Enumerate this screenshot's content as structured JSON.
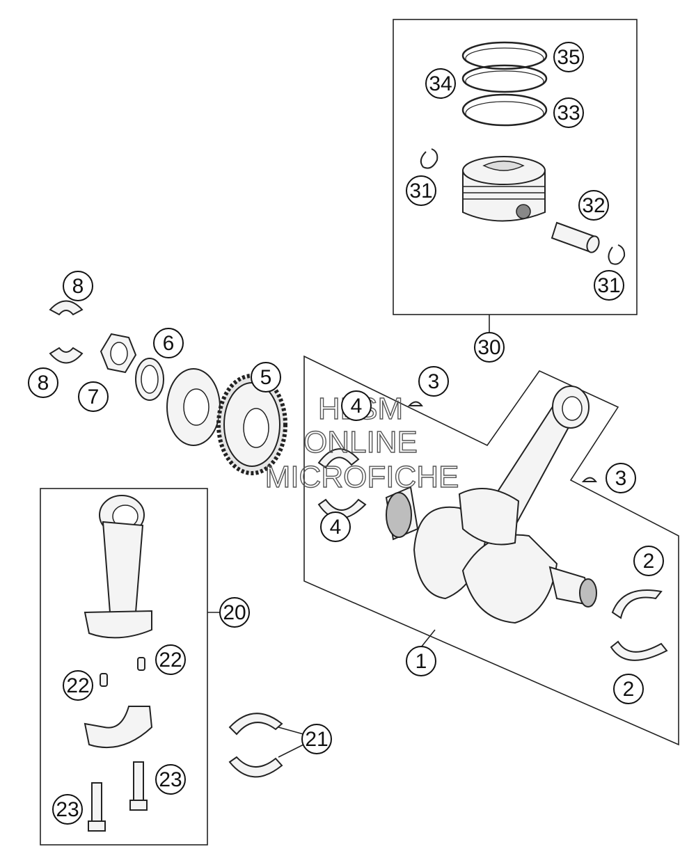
{
  "callouts": [
    {
      "id": "c1",
      "label": "1"
    },
    {
      "id": "c2a",
      "label": "2"
    },
    {
      "id": "c2b",
      "label": "2"
    },
    {
      "id": "c3a",
      "label": "3"
    },
    {
      "id": "c3b",
      "label": "3"
    },
    {
      "id": "c4a",
      "label": "4"
    },
    {
      "id": "c4b",
      "label": "4"
    },
    {
      "id": "c5",
      "label": "5"
    },
    {
      "id": "c6",
      "label": "6"
    },
    {
      "id": "c7",
      "label": "7"
    },
    {
      "id": "c8a",
      "label": "8"
    },
    {
      "id": "c8b",
      "label": "8"
    },
    {
      "id": "c20",
      "label": "20"
    },
    {
      "id": "c21",
      "label": "21"
    },
    {
      "id": "c22a",
      "label": "22"
    },
    {
      "id": "c22b",
      "label": "22"
    },
    {
      "id": "c23a",
      "label": "23"
    },
    {
      "id": "c23b",
      "label": "23"
    },
    {
      "id": "c30",
      "label": "30"
    },
    {
      "id": "c31a",
      "label": "31"
    },
    {
      "id": "c31b",
      "label": "31"
    },
    {
      "id": "c32",
      "label": "32"
    },
    {
      "id": "c33",
      "label": "33"
    },
    {
      "id": "c34",
      "label": "34"
    },
    {
      "id": "c35",
      "label": "35"
    }
  ],
  "watermark": {
    "line1": "HLSM",
    "line2": "ONLINE",
    "line3": "MICROFICHE"
  }
}
